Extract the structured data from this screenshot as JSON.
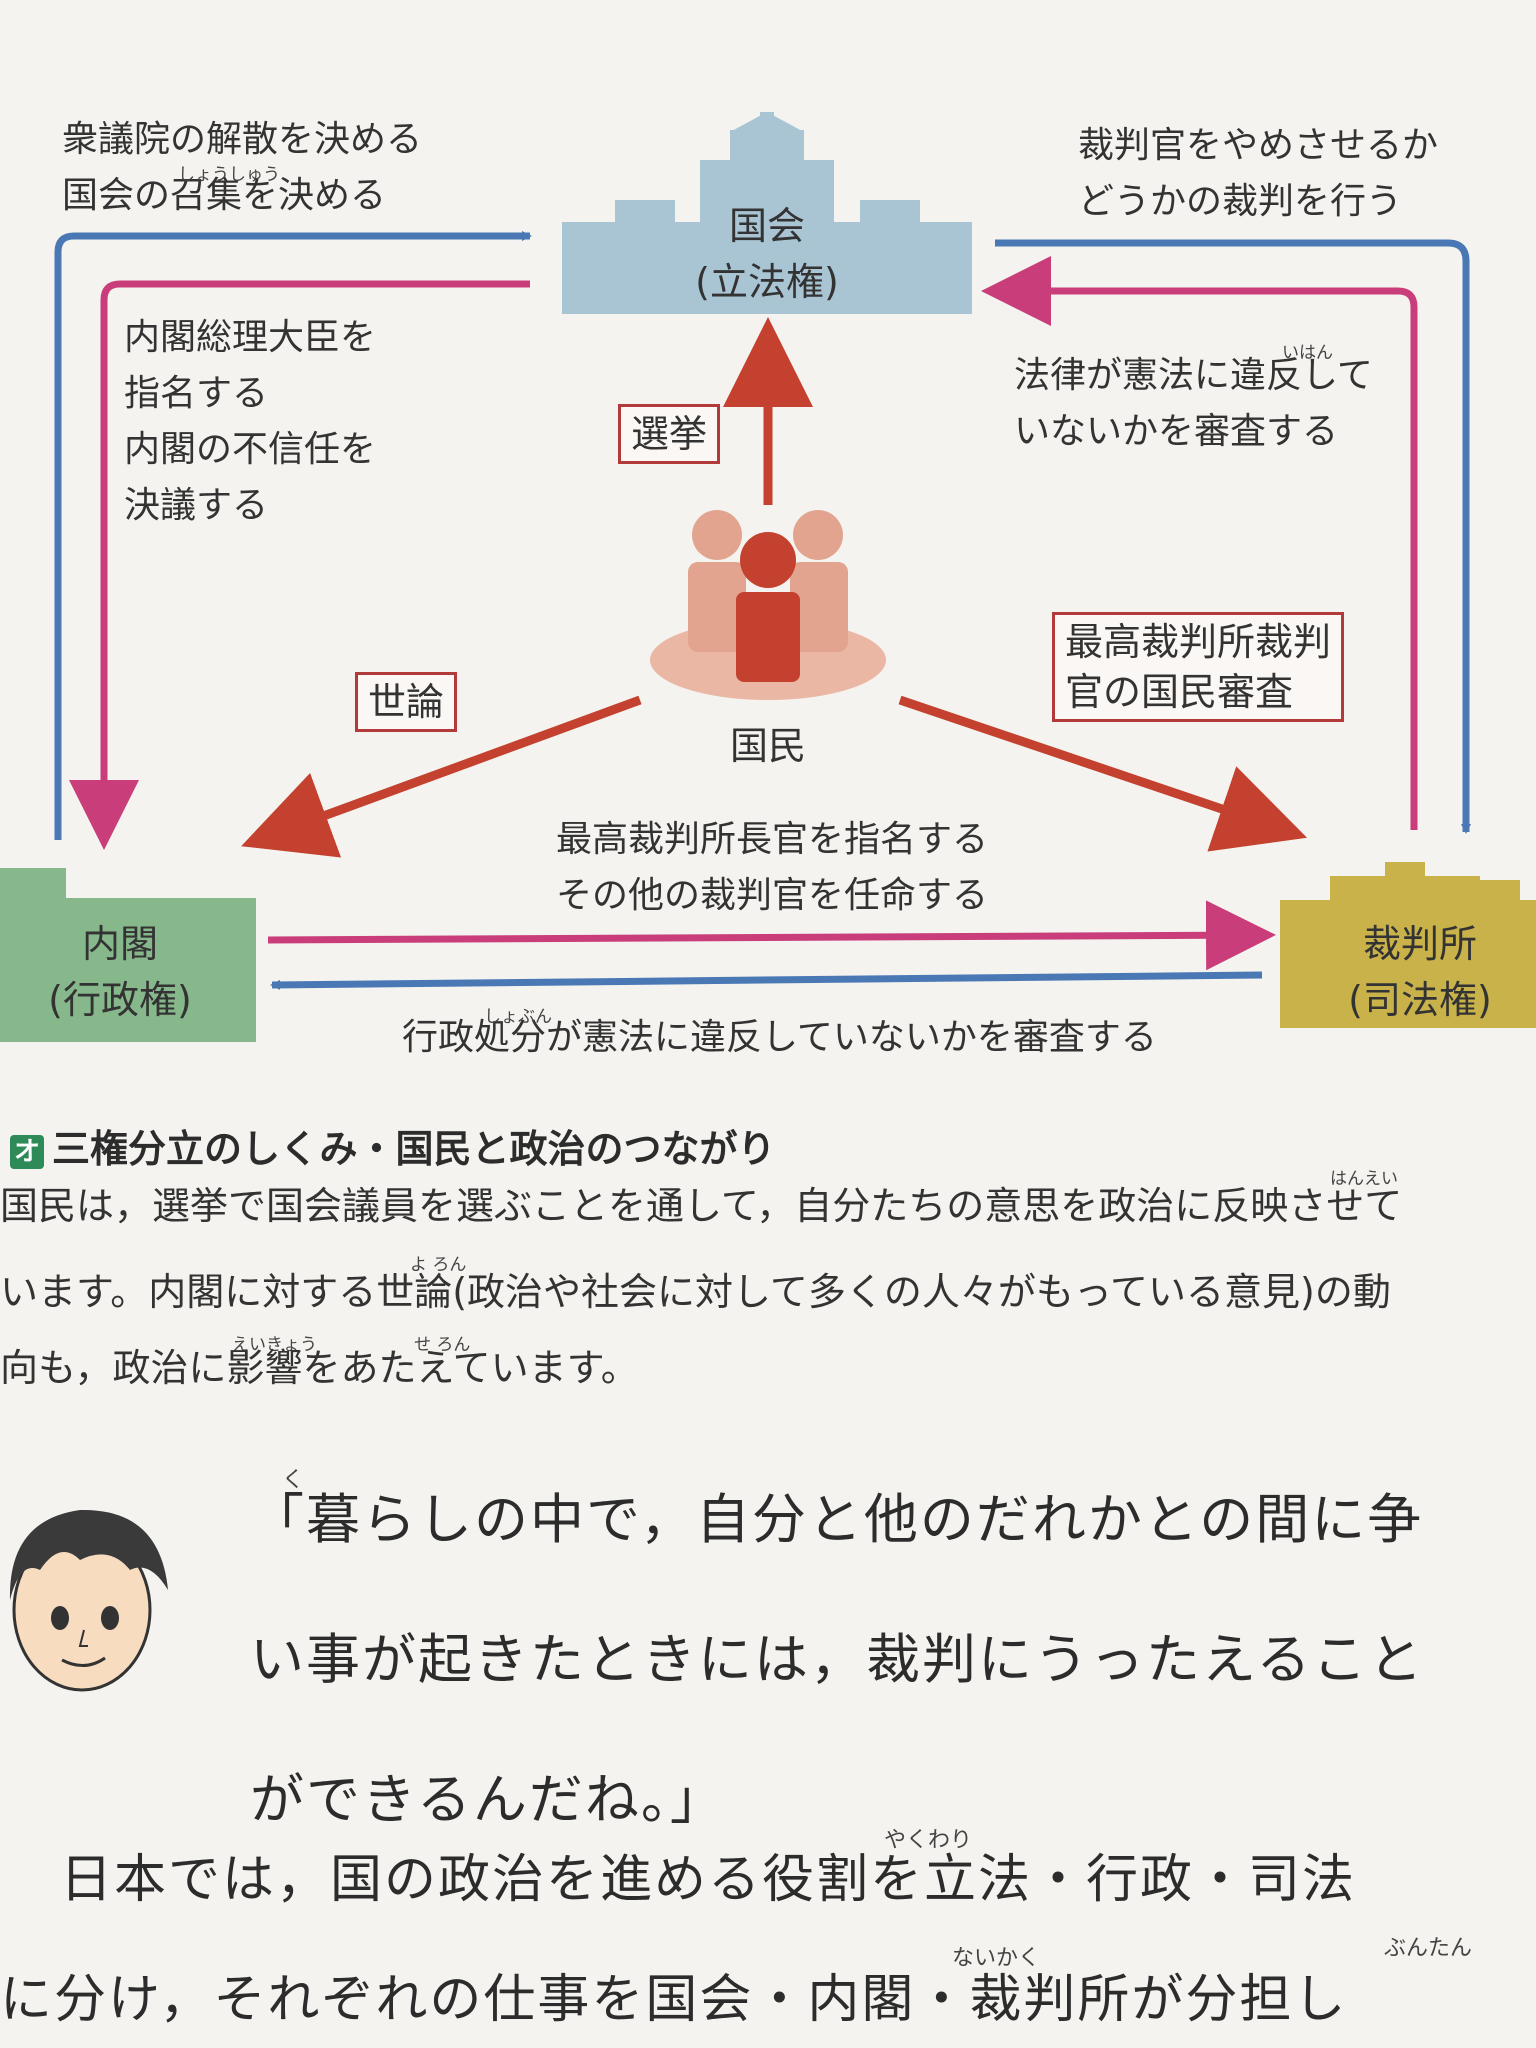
{
  "diagram": {
    "kokkai": {
      "name": "国会",
      "power": "(立法権)"
    },
    "naikaku": {
      "name": "内閣",
      "power": "(行政権)"
    },
    "saibansho": {
      "name": "裁判所",
      "power": "(司法権)"
    },
    "kokumin": "国民",
    "senkyo": "選挙",
    "yoron": "世論",
    "kokumin_shinsa": [
      "最高裁判所裁判",
      "官の国民審査"
    ],
    "kokkai_to_naikaku": [
      "内閣総理大臣を",
      "指名する",
      "内閣の不信任を",
      "決議する"
    ],
    "naikaku_to_kokkai": [
      "衆議院の解散を決める",
      "国会の召集を決める"
    ],
    "ruby_shoushuu": "しょうしゅう",
    "kokkai_to_saiban": [
      "裁判官をやめさせるか",
      "どうかの裁判を行う"
    ],
    "saiban_to_kokkai": [
      "法律が憲法に違反して",
      "いないかを審査する"
    ],
    "ruby_ihan": "いはん",
    "naikaku_to_saiban": [
      "最高裁判所長官を指名する",
      "その他の裁判官を任命する"
    ],
    "saiban_to_naikaku": "行政処分が憲法に違反していないかを審査する",
    "ruby_shobun": "しょぶん",
    "colors": {
      "blue": "#4a78b5",
      "magenta": "#c83d7a",
      "red": "#c3412e",
      "kokkai": "#a9c5d4",
      "naikaku": "#86b88c",
      "saibansho": "#c9b24a",
      "people": "#e2a48f"
    }
  },
  "caption": {
    "badge": "オ",
    "title": "三権分立のしくみ・国民と政治のつながり"
  },
  "paragraph": {
    "lines": [
      "国民は，選挙で国会議員を選ぶことを通して，自分たちの意思を政治に反映させて",
      "います。内閣に対する世論(政治や社会に対して多くの人々がもっている意見)の動",
      "向も，政治に影響をあたえています。"
    ],
    "ruby_hanei": "はんえい",
    "ruby_yoron": "よ ろん",
    "ruby_eikyou": "えいきょう",
    "ruby_seron": "せ ろん"
  },
  "quote": {
    "lines": [
      "「暮らしの中で，自分と他のだれかとの間に争",
      "い事が起きたときには，裁判にうったえること",
      "ができるんだね。」"
    ],
    "ruby_ku": "く"
  },
  "body": {
    "lines": [
      "日本では，国の政治を進める役割を立法・行政・司法",
      "に分け，それぞれの仕事を国会・内閣・裁判所が分担し"
    ],
    "ruby_yakuwari": "やくわり",
    "ruby_naikaku": "ないかく",
    "ruby_buntan": "ぶんたん"
  }
}
